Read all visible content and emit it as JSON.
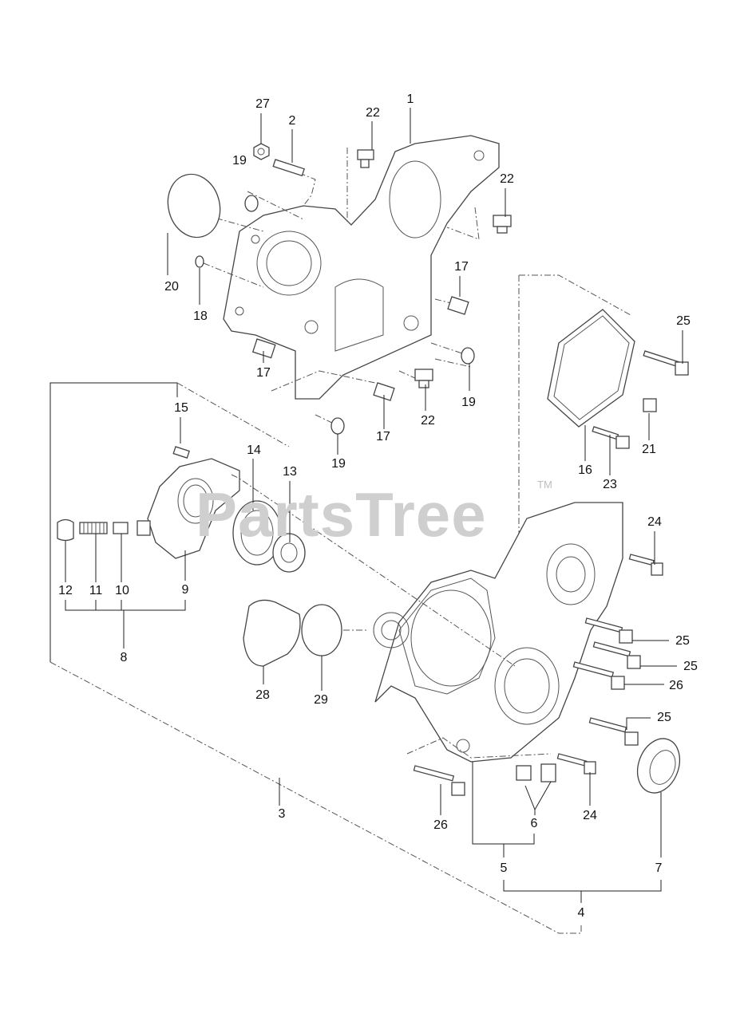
{
  "watermark": {
    "text": "PartsTree",
    "trademark": "TM"
  },
  "callouts": [
    {
      "id": "c27",
      "text": "27"
    },
    {
      "id": "c2",
      "text": "2"
    },
    {
      "id": "c22a",
      "text": "22"
    },
    {
      "id": "c1",
      "text": "1"
    },
    {
      "id": "c19a",
      "text": "19"
    },
    {
      "id": "c22b",
      "text": "22"
    },
    {
      "id": "c20",
      "text": "20"
    },
    {
      "id": "c17a",
      "text": "17"
    },
    {
      "id": "c18",
      "text": "18"
    },
    {
      "id": "c25a",
      "text": "25"
    },
    {
      "id": "c17b",
      "text": "17"
    },
    {
      "id": "c19b",
      "text": "19"
    },
    {
      "id": "c22c",
      "text": "22"
    },
    {
      "id": "c17c",
      "text": "17"
    },
    {
      "id": "c15",
      "text": "15"
    },
    {
      "id": "c21",
      "text": "21"
    },
    {
      "id": "c16",
      "text": "16"
    },
    {
      "id": "c14",
      "text": "14"
    },
    {
      "id": "c19c",
      "text": "19"
    },
    {
      "id": "c13",
      "text": "13"
    },
    {
      "id": "c23",
      "text": "23"
    },
    {
      "id": "c24a",
      "text": "24"
    },
    {
      "id": "c12",
      "text": "12"
    },
    {
      "id": "c11",
      "text": "11"
    },
    {
      "id": "c10",
      "text": "10"
    },
    {
      "id": "c9",
      "text": "9"
    },
    {
      "id": "c8",
      "text": "8"
    },
    {
      "id": "c25b",
      "text": "25"
    },
    {
      "id": "c25c",
      "text": "25"
    },
    {
      "id": "c26a",
      "text": "26"
    },
    {
      "id": "c28",
      "text": "28"
    },
    {
      "id": "c29",
      "text": "29"
    },
    {
      "id": "c25d",
      "text": "25"
    },
    {
      "id": "c26b",
      "text": "26"
    },
    {
      "id": "c6",
      "text": "6"
    },
    {
      "id": "c24b",
      "text": "24"
    },
    {
      "id": "c3",
      "text": "3"
    },
    {
      "id": "c5",
      "text": "5"
    },
    {
      "id": "c7",
      "text": "7"
    },
    {
      "id": "c4",
      "text": "4"
    }
  ]
}
